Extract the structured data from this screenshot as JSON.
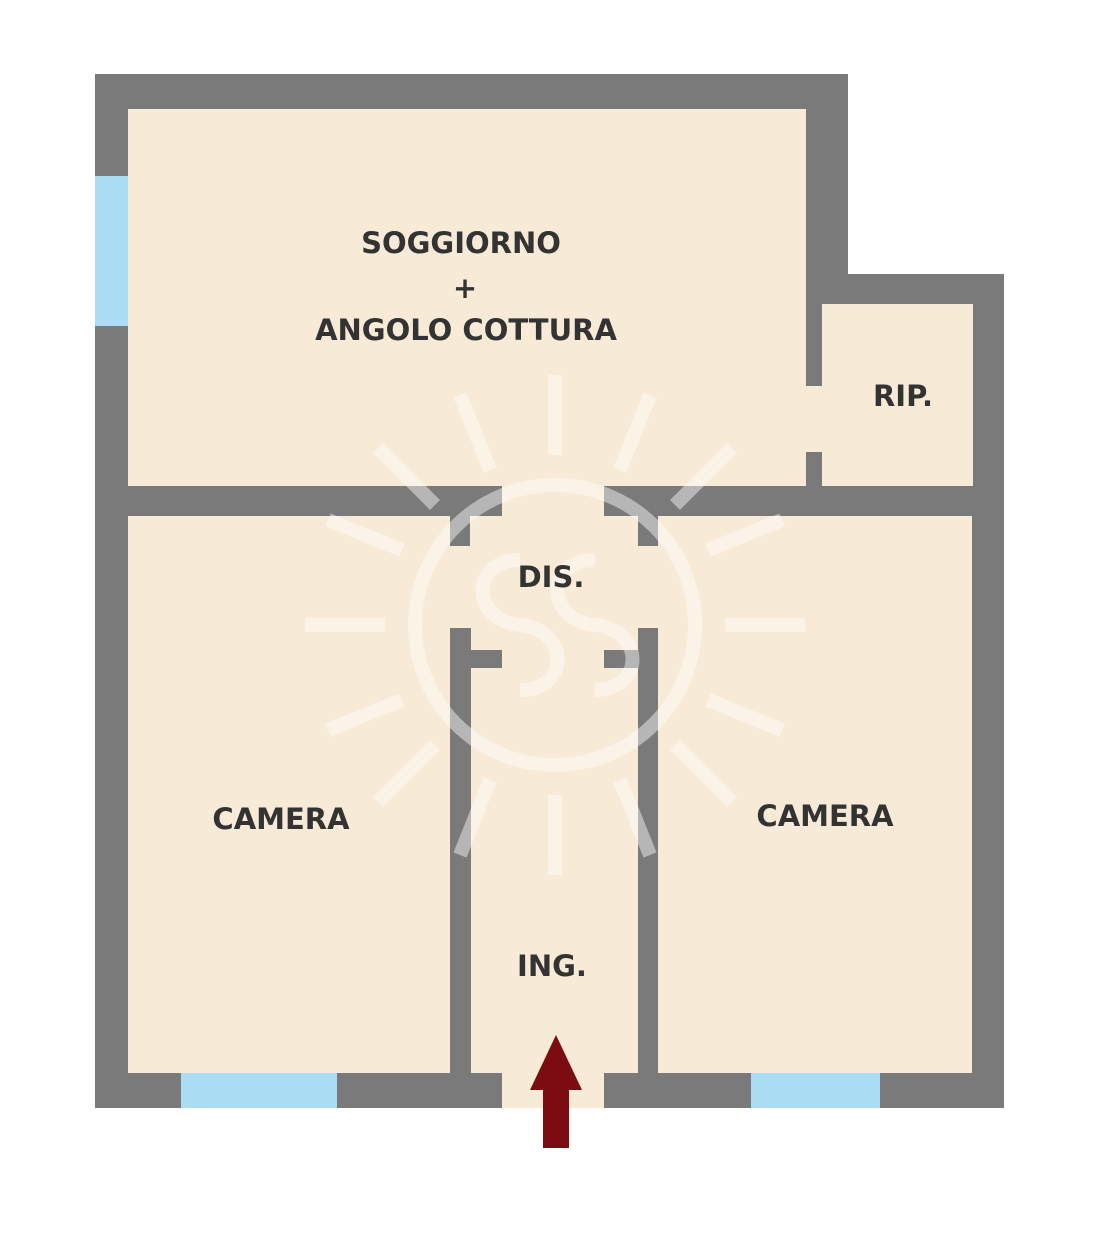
{
  "colors": {
    "wall": "#7a7a7a",
    "floor": "#f7ead6",
    "window": "#aadcf3",
    "entry_arrow": "#7a0c12",
    "label": "#333333",
    "watermark": "#ffffff"
  },
  "rooms": {
    "living": {
      "line1": "SOGGIORNO",
      "line2": "+",
      "line3": "ANGOLO COTTURA"
    },
    "storage": {
      "label": "RIP."
    },
    "hall": {
      "label": "DIS."
    },
    "bedroom_left": {
      "label": "CAMERA"
    },
    "bedroom_right": {
      "label": "CAMERA"
    },
    "entrance": {
      "label": "ING."
    }
  },
  "windows": [
    {
      "name": "window-living-left",
      "wall": "west"
    },
    {
      "name": "window-bedroom-left",
      "wall": "south"
    },
    {
      "name": "window-bedroom-right",
      "wall": "south"
    }
  ],
  "entry_marker": {
    "icon": "up-arrow-icon",
    "direction": "up"
  },
  "watermark": {
    "icon": "sun-logo-icon"
  }
}
